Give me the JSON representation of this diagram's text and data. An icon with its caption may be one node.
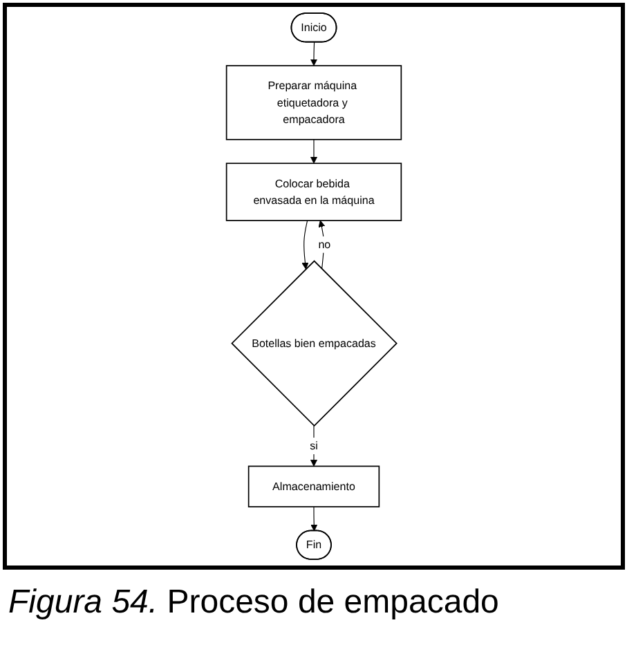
{
  "diagram": {
    "caption": "*Figura 54.* Proceso de empacado",
    "nodes": [
      {
        "text": [
          "Inicio"
        ]
      },
      {
        "text": [
          "Preparar máquina etiquetadora y empacadora"
        ]
      },
      {
        "text": [
          "Colocar bebida envasada en la máquina"
        ]
      },
      {
        "text": [
          "Botellas bien empacadas"
        ]
      },
      {
        "text": [
          "Almacenamiento"
        ]
      },
      {
        "text": [
          "Fin"
        ]
      }
    ],
    "edges": [
      {
        "from": 0,
        "to": 1,
        "arrow": "to"
      },
      {
        "from": 1,
        "to": 2,
        "arrow": "to"
      },
      {
        "from": 2,
        "to": 3,
        "arrow": "to"
      },
      {
        "from": 3,
        "to": 2,
        "arrow": "to",
        "label": "no"
      },
      {
        "from": 3,
        "to": 4,
        "arrow": "to",
        "label": "si"
      },
      {
        "from": 4,
        "to": 5,
        "arrow": "to"
      }
    ]
  }
}
